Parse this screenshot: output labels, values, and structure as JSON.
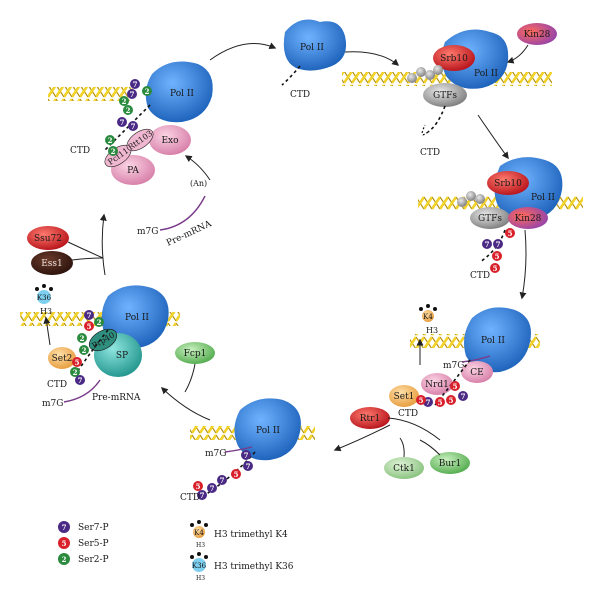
{
  "labels": {
    "pol2": "Pol II",
    "ctd": "CTD",
    "kin28": "Kin28",
    "srb10": "Srb10",
    "gtfs": "GTFs",
    "pcf11": "Pcf11",
    "rtt103": "Rtt103",
    "exo": "Exo",
    "pa": "PA",
    "an": "(An)",
    "m7g": "m7G",
    "premrna": "Pre-mRNA",
    "ssu72": "Ssu72",
    "ess1": "Ess1",
    "h3": "H3",
    "k36": "K36",
    "k4": "K4",
    "set2": "Set2",
    "prp40": "Prp40",
    "sp": "SP",
    "fcp1": "Fcp1",
    "rtr1": "Rtr1",
    "ctk1": "Ctk1",
    "bur1": "Bur1",
    "set1": "Set1",
    "nrd1": "Nrd1",
    "ce": "CE",
    "p7": "7",
    "p5": "5",
    "p2": "2"
  },
  "legend": {
    "ser7": "Ser7-P",
    "ser5": "Ser5-P",
    "ser2": "Ser2-P",
    "h3k4": "H3 trimethyl K4",
    "h3k36": "H3 trimethyl K36"
  },
  "colors": {
    "pol2": "#2f7fd2",
    "ser7": "#4b2a86",
    "ser5": "#d81f2a",
    "ser2": "#2a8a3e",
    "dna": "#e8c21a",
    "kin28": "#a05ab3",
    "srb10": "#e0393a",
    "pink": "#e9a8c7",
    "teal": "#3fb7b0",
    "green": "#79c873",
    "orange": "#f2b15a"
  }
}
